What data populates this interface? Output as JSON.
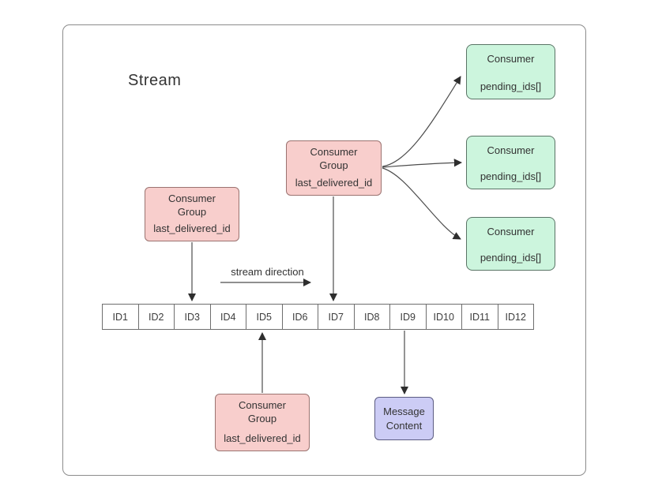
{
  "title": "Stream",
  "stream": {
    "direction_label": "stream direction",
    "ids": [
      "ID1",
      "ID2",
      "ID3",
      "ID4",
      "ID5",
      "ID6",
      "ID7",
      "ID8",
      "ID9",
      "ID10",
      "ID11",
      "ID12"
    ]
  },
  "consumer_group": {
    "label": "Consumer\nGroup",
    "field": "last_delivered_id"
  },
  "consumer": {
    "label": "Consumer",
    "field": "pending_ids[]"
  },
  "message": {
    "label": "Message\nContent"
  },
  "colors": {
    "group-fill": "#f8cecc",
    "group-stroke": "#9b7370",
    "consumer-fill": "#ccf5dd",
    "consumer-stroke": "#5a7466",
    "message-fill": "#ccccf5",
    "message-stroke": "#5c5c82",
    "line": "#4d4d4d",
    "arrowhead": "#2e2e2e",
    "text": "#333333"
  }
}
